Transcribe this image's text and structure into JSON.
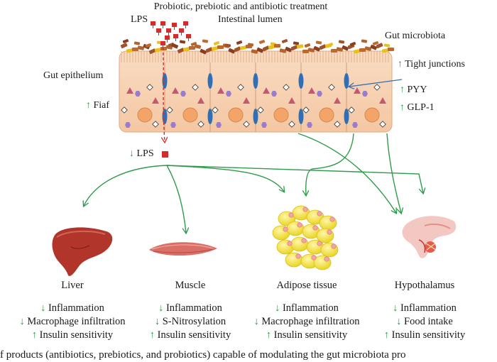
{
  "header": {
    "treatment": "Probiotic, prebiotic and antibiotic treatment",
    "lumen": "Intestinal lumen",
    "lps": "LPS",
    "microbiota": "Gut microbiota"
  },
  "left_labels": {
    "epithelium": "Gut epithelium",
    "fiaf": "Fiaf",
    "lps_low": "LPS"
  },
  "right_labels": {
    "tight": "Tight junctions",
    "pyy": "PYY",
    "glp1": "GLP-1"
  },
  "arrows": {
    "up": "↑",
    "down": "↓"
  },
  "organs": [
    {
      "name": "Liver",
      "lines": [
        {
          "dir": "↓",
          "text": "Inflammation"
        },
        {
          "dir": "↓",
          "text": "Macrophage infiltration"
        },
        {
          "dir": "↑",
          "text": "Insulin sensitivity"
        }
      ]
    },
    {
      "name": "Muscle",
      "lines": [
        {
          "dir": "↓",
          "text": "Inflammation"
        },
        {
          "dir": "↓",
          "text": "S-Nitrosylation"
        },
        {
          "dir": "↑",
          "text": "Insulin sensitivity"
        }
      ]
    },
    {
      "name": "Adipose tissue",
      "lines": [
        {
          "dir": "↓",
          "text": "Inflammation"
        },
        {
          "dir": "↓",
          "text": "Macrophage infiltration"
        },
        {
          "dir": "↑",
          "text": "Insulin sensitivity"
        }
      ]
    },
    {
      "name": "Hypothalamus",
      "lines": [
        {
          "dir": "↓",
          "text": "Inflammation"
        },
        {
          "dir": "↓",
          "text": "Food intake"
        },
        {
          "dir": "↑",
          "text": "Insulin sensitivity"
        }
      ]
    }
  ],
  "caption": "f products (antibiotics, prebiotics, and probiotics) capable of modulating the gut microbiota pro",
  "colors": {
    "arrow_green": "#2e9b4a",
    "lps_red": "#d22d2d",
    "cell": "#f7d3b6",
    "nucleus": "#f2a469",
    "junction": "#2f6fb5",
    "blue_line": "#3a6fb4"
  }
}
